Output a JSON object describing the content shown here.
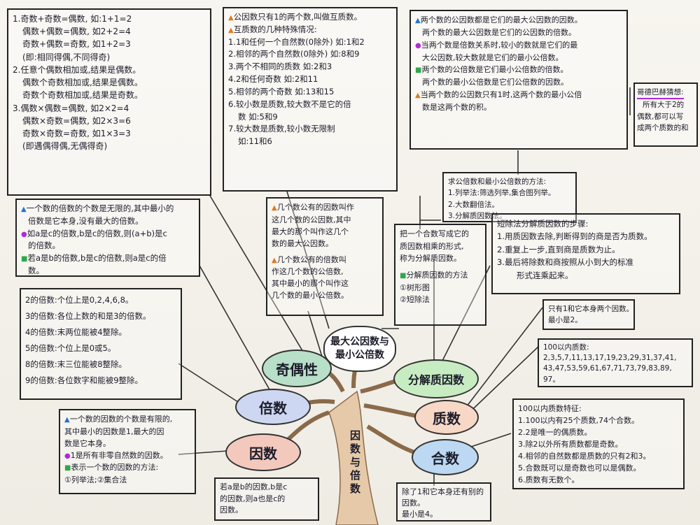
{
  "center": {
    "trunk_text": "因数与倍数",
    "top_title": "最大公因数与最小公倍数"
  },
  "branches": {
    "parity": "奇偶性",
    "multiple": "倍数",
    "factor": "因数",
    "gcd_lcm": "最大公因数与最小公倍数",
    "prime_factorization": "分解质因数",
    "prime": "质数",
    "composite": "合数"
  },
  "parity_box": {
    "lines": [
      "1.奇数+奇数=偶数, 如:1+1=2",
      "偶数+偶数=偶数, 如2+2=4",
      "奇数+偶数=奇数, 如1+2=3",
      "(即:相同得偶,不同得奇)",
      "2.任意个偶数相加或,结果是偶数。",
      "偶数个奇数相加或,结果是偶数。",
      "奇数个奇数相加或,结果是奇数。",
      "3.偶数×偶数=偶数, 如2×2=4",
      "偶数×奇数=偶数, 如2×3=6",
      "奇数×奇数=奇数, 如1×3=3",
      "(即遇偶得偶,无偶得奇)"
    ]
  },
  "coprime_box": {
    "lines": [
      "公因数只有1的两个数,叫做互质数。",
      "互质数的几种特殊情况:",
      "1.1和任何一个自然数(0除外) 如:1和2",
      "2.相邻的两个自然数(0除外) 如:8和9",
      "3.两个不相同的质数 如:2和3",
      "4.2和任何奇数 如:2和11",
      "5.相邻的两个奇数 如:13和15",
      "6.较小数是质数,较大数不是它的倍",
      "数 如:5和9",
      "7.较大数是质数,较小数无限制",
      "如:11和6"
    ]
  },
  "gcd_relation_box": {
    "lines": [
      "两个数的公因数都是它们的最大公因数的因数。",
      "两个数的最大公因数是它们的公因数的倍数。",
      "当两个数是倍数关系时,较小的数就是它们的最",
      "大公因数,较大数就是它们的最小公倍数。",
      "两个数的公倍数是它们最小公倍数的倍数。",
      "两个数的最小公倍数是它们公倍数的因数。",
      "当两个数的公因数只有1时,这两个数的最小公倍",
      "数是这两个数的积。"
    ]
  },
  "goldbach_box": {
    "lines": [
      "哥德巴赫猜想:",
      "所有大于2的",
      "偶数,都可以写",
      "成两个质数的和"
    ]
  },
  "multiple_props_box": {
    "lines": [
      "一个数的倍数的个数是无限的,其中最小的",
      "倍数是它本身,没有最大的倍数。",
      "如a是c的倍数,b是c的倍数,则(a+b)是c",
      "的倍数。",
      "若a是b的倍数,b是c的倍数,则a是c的倍",
      "数。"
    ]
  },
  "gcd_def_box": {
    "lines": [
      "几个数公有的因数叫作",
      "这几个数的公因数,其中",
      "最大的那个叫作这几个",
      "数的最大公因数。",
      "几个数公有的倍数叫",
      "作这几个数的公倍数,",
      "其中最小的那个叫作这",
      "几个数的最小公倍数。"
    ]
  },
  "find_method_box": {
    "lines": [
      "求公倍数和最小公倍数的方法:",
      "1.列举法:筛选列举,集合图列举。",
      "2.大数翻倍法。",
      "3.分解质因数法。"
    ]
  },
  "factorize_def_box": {
    "lines": [
      "把一个合数写成它的",
      "质因数相乘的形式,",
      "称为分解质因数。",
      "分解质因数的方法",
      "①树形图",
      "②短除法"
    ]
  },
  "short_div_box": {
    "lines": [
      "短除法分解质因数的步骤:",
      "1.用质因数去除,判断得到的商是否为质数。",
      "2.重复上一步,直到商是质数为止。",
      "3.最后将除数和商按照从小到大的标准",
      "形式连乘起来。"
    ]
  },
  "divisibility_box": {
    "lines": [
      "2的倍数:个位上是0,2,4,6,8。",
      "3的倍数:各位上数的和是3的倍数。",
      "4的倍数:末两位能被4整除。",
      "5的倍数:个位上是0或5。",
      "8的倍数:末三位能被8整除。",
      "9的倍数:各位数字和能被9整除。"
    ]
  },
  "prime_def_box": {
    "lines": [
      "只有1和它本身两个因数。",
      "最小是2。"
    ]
  },
  "primes_100_box": {
    "lines": [
      "100以内质数:",
      "2,3,5,7,11,13,17,19,23,29,31,37,41,",
      "43,47,53,59,61,67,71,73,79,83,89,",
      "97。"
    ]
  },
  "factor_box": {
    "lines": [
      "一个数的因数的个数是有限的,",
      "其中最小的因数是1,最大的因",
      "数是它本身。",
      "1是所有非零自然数的因数。",
      "表示一个数的因数的方法:",
      "①列举法;②集合法"
    ]
  },
  "factor_relation_box": {
    "lines": [
      "若a是b的因数,b是c",
      "的因数,则a也是c的",
      "因数。"
    ]
  },
  "composite_box": {
    "lines": [
      "除了1和它本身还有别的",
      "因数。",
      "最小是4。"
    ]
  },
  "prime_features_box": {
    "lines": [
      "100以内质数特征:",
      "1.100以内有25个质数,74个合数。",
      "2.2是唯一的偶质数。",
      "3.除2以外所有质数都是奇数。",
      "4.相邻的自然数都是质数的只有2和3。",
      "5.合数既可以是奇数也可以是偶数。",
      "6.质数有无数个。"
    ]
  },
  "colors": {
    "parity": "#b8e0c8",
    "multiple": "#cdd7f2",
    "factor": "#f4c9bd",
    "prime_factorization": "#c8ecc2",
    "prime": "#f7d7c5",
    "composite": "#bcd8f2",
    "trunk": "#e6c9a8"
  }
}
